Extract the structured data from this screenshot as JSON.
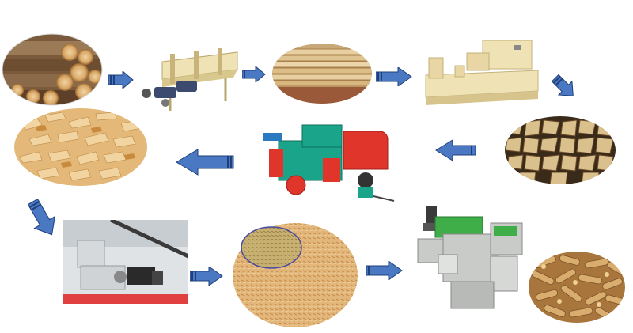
{
  "colors": {
    "arrow_fill": "#4a78c2",
    "arrow_stripes": "#1f3f7a",
    "wood_light": "#e7c99a",
    "wood_dark": "#8a5a2b",
    "machine_cream": "#efe2b5",
    "chipper_green": "#1aa58a",
    "chipper_red": "#e0352b",
    "pellet_mill_green": "#3fae48",
    "pellet_mill_grey": "#c9cbc8"
  },
  "process_steps": [
    {
      "id": "logs",
      "icon": "log-pile-image"
    },
    {
      "id": "debarker",
      "icon": "debarking-machine-image"
    },
    {
      "id": "debarked-logs",
      "icon": "debarked-logs-image"
    },
    {
      "id": "log-splitter",
      "icon": "log-splitter-image"
    },
    {
      "id": "split-wood",
      "icon": "split-wood-image"
    },
    {
      "id": "drum-chipper",
      "icon": "drum-chipper-image"
    },
    {
      "id": "wood-chips",
      "icon": "wood-chips-image"
    },
    {
      "id": "hammer-mill",
      "icon": "hammer-mill-image"
    },
    {
      "id": "sawdust",
      "icon": "sawdust-image"
    },
    {
      "id": "pellet-mill",
      "icon": "pellet-mill-image"
    },
    {
      "id": "wood-pellets",
      "icon": "wood-pellets-image"
    }
  ],
  "flow_arrows": [
    "right",
    "right",
    "right",
    "down-right",
    "left",
    "left",
    "down-right",
    "right",
    "right"
  ]
}
